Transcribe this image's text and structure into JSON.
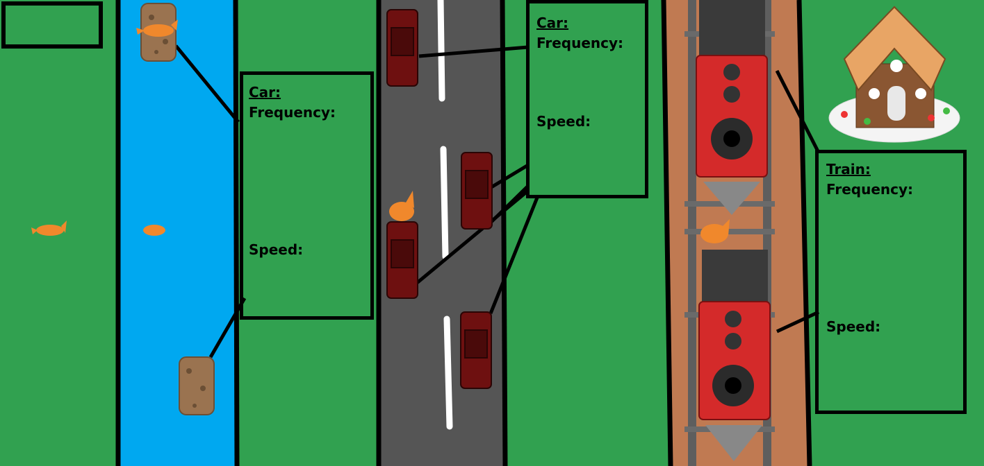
{
  "panels": {
    "river_car": {
      "title": "Car:",
      "frequency": "Frequency:",
      "speed": "Speed:"
    },
    "road_car": {
      "title": "Car:",
      "frequency": "Frequency:",
      "speed": "Speed:"
    },
    "train": {
      "title": "Train:",
      "frequency": "Frequency:",
      "speed": "Speed:"
    }
  },
  "colors": {
    "grass": "#31a150",
    "river": "#00a8f0",
    "road": "#555555",
    "rail_bed": "#c07a52",
    "car": "#6e1010",
    "train": "#d42a2a",
    "fox": "#f0882c",
    "log": "#9a7350"
  },
  "icons": [
    "fox-icon",
    "log-icon",
    "car-icon",
    "train-icon",
    "gingerbread-house-icon"
  ]
}
